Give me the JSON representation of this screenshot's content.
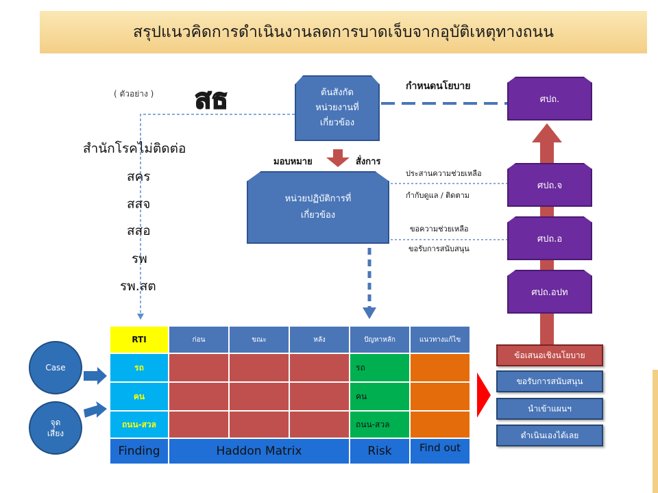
{
  "title": "สรุปแนวคิดการดำเนินงานลดการบาดเจ็บจากอุบัติเหตุทางถนน",
  "example_label": "( ตัวอย่าง )",
  "logo_text": "สธ",
  "left_list": [
    "สำนักโรคไม่ติดต่อ",
    "สคร",
    "สสจ",
    "สสอ",
    "รพ",
    "รพ.สต"
  ],
  "top_box": {
    "lines": [
      "ต้นสังกัด",
      "หน่วยงานที่",
      "เกี่ยวข้อง"
    ]
  },
  "policy_label": "กำหนดนโยบาย",
  "assign_label": "มอบหมาย",
  "order_label": "สั่งการ",
  "ops_box": {
    "lines": [
      "หน่วยปฏิบัติการที่",
      "เกี่ยวข้อง"
    ]
  },
  "coord_labels": [
    "ประสานความช่วยเหลือ",
    "กำกับดูแล / ติดตาม"
  ],
  "request_labels": [
    "ขอความช่วยเหลือ",
    "ขอรับการสนับสนุน"
  ],
  "purple_boxes": [
    "ศปถ.",
    "ศปถ.จ",
    "ศปถ.อ",
    "ศปถ.อปท"
  ],
  "circles": [
    {
      "label": "Case"
    },
    {
      "label": "จุด\nเสี่ยง"
    }
  ],
  "matrix": {
    "corner": "RTI",
    "headers": [
      "ก่อน",
      "ขณะ",
      "หลัง",
      "ปัญหาหลัก",
      "แนวทางแก้ไข"
    ],
    "rows": [
      "รถ",
      "คน",
      "ถนน-สวล"
    ],
    "problem_values": [
      "รถ",
      "คน",
      "ถนน-สวล"
    ],
    "bottom": {
      "finding": "Finding",
      "haddon": "Haddon  Matrix",
      "risk": "Risk",
      "find_out": "Find out"
    }
  },
  "solution_boxes": [
    "ข้อเสนอเชิงนโยบาย",
    "ขอรับการสนับสนุน",
    "นำเข้าแผนฯ",
    "ดำเนินเองได้เลย"
  ],
  "colors": {
    "blue": "#4a76b8",
    "purple": "#6c2b9e",
    "red": "#c0504d",
    "green": "#00b050",
    "orange": "#e46c0a",
    "cyan": "#00b0f0",
    "yellow": "#ffff00",
    "title_bg": "#f3cf86"
  }
}
